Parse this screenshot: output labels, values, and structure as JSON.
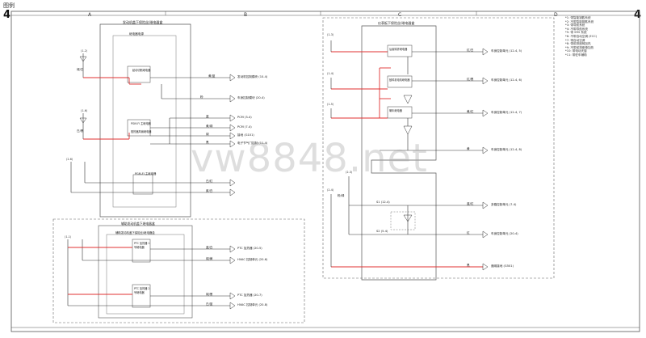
{
  "page": {
    "title": "图例",
    "number_left": "4",
    "number_right": "4",
    "columns": [
      "A",
      "B",
      "C",
      "D"
    ]
  },
  "watermark": "vw8848.net",
  "colors": {
    "wire_red": "#e03030",
    "line": "#333333",
    "frame": "#555555"
  },
  "left": {
    "module_title": "发动机盖下保险丝/继电器盒",
    "inner_title": "继电器电源",
    "sub_box_title": "PGM-FI 主继电器",
    "wires": [
      "绿/白",
      "白/黑",
      "黄/蓝",
      "粉",
      "蓝",
      "黄/绿",
      "绿",
      "黑",
      "白/红",
      "紫/白"
    ],
    "relay_labels": [
      "起动切断继电器",
      "PGM-FI 主继电器",
      "散热器风扇继电器"
    ],
    "terminals": [
      "发动机控制模块 (10-4)",
      "车身控制模块 (20-4)",
      "PCM (3-4)",
      "PCM (7-4)",
      "接地 (G101)",
      "电子节气门控制 (11-4)"
    ]
  },
  "left_bottom": {
    "title": "辅助发动机盖下继电器盒",
    "inner_title": "辅助发动机盖下保险丝/继电器盒",
    "relays": [
      "PTC 加热器 1 号继电器",
      "PTC 加热器 2 号继电器"
    ],
    "wires": [
      "蓝/白",
      "绿/黄",
      "绿/黑",
      "白/蓝"
    ],
    "terminals": [
      "PTC 加热器 (20-5)",
      "HVAC 控制单元 (20-6)",
      "PTC 加热器 (20-7)",
      "HVAC 控制单元 (20-8)"
    ]
  },
  "right": {
    "module_title": "仪表板下保险丝/继电器盒",
    "relay_labels": [
      "后窗除雾继电器",
      "鼓风机电机继电器",
      "喇叭继电器"
    ],
    "wires": [
      "红/白",
      "红/黑",
      "黄/红",
      "黄",
      "蓝/红",
      "红",
      "黑",
      "粉/绿"
    ],
    "terminals": [
      "车身控制单元 (12-4, 5)",
      "车身控制单元 (12-4, 6)",
      "车身控制单元 (12-4, 7)",
      "车身控制单元 (12-4, 8)",
      "多路控制单元 (7-4)",
      "车身控制单元 (20-4)",
      "通用接地 (G501)"
    ],
    "splices": [
      "S1 (12-4)",
      "S2 (5-4)"
    ]
  },
  "legend": [
    "*1: 带智能钥匙系统",
    "*2: 不带智能钥匙系统",
    "*3: 带导航系统",
    "*4: 不带导航系统",
    "*5: 带 SRS 系统",
    "*6: 不带自动空调 (ECC)",
    "*7: 带自动空调",
    "*8: 带前排座椅加热",
    "*9: 不带前排座椅加热",
    "*10: 带电动天窗",
    "*11: 带驻车辅助"
  ]
}
